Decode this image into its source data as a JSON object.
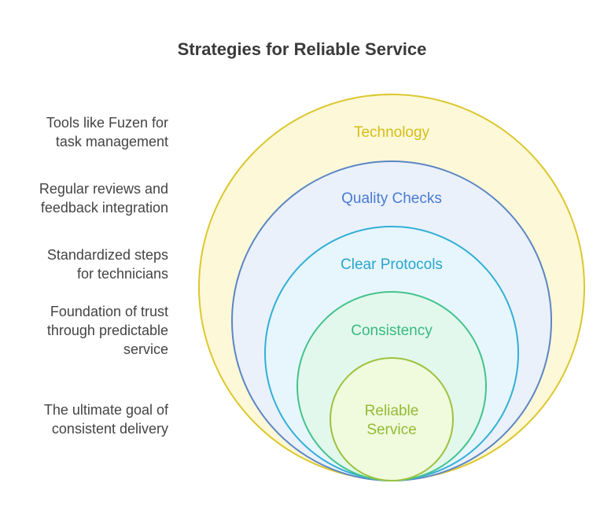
{
  "title": "Strategies for Reliable Service",
  "layers": [
    {
      "label": [
        "Technology"
      ],
      "description": [
        "Tools like Fuzen for",
        "task management"
      ],
      "stroke": "#dcc72e",
      "fill": "#fdf8d8",
      "text_color": "#d4bd18",
      "icon": "outer-circle"
    },
    {
      "label": [
        "Quality Checks"
      ],
      "description": [
        "Regular reviews and",
        "feedback integration"
      ],
      "stroke": "#5b86c4",
      "fill": "#eaf1fb",
      "text_color": "#4a7bd0",
      "icon": "circle"
    },
    {
      "label": [
        "Clear Protocols"
      ],
      "description": [
        "Standardized steps",
        "for technicians"
      ],
      "stroke": "#32afd6",
      "fill": "#e6f6fc",
      "text_color": "#2aa4cf",
      "icon": "circle"
    },
    {
      "label": [
        "Consistency"
      ],
      "description": [
        "Foundation of trust",
        "through predictable",
        "service"
      ],
      "stroke": "#44c28c",
      "fill": "#e2f8ec",
      "text_color": "#38b97f",
      "icon": "circle"
    },
    {
      "label": [
        "Reliable",
        "Service"
      ],
      "description": [
        "The ultimate goal of",
        "consistent delivery"
      ],
      "stroke": "#9cc23e",
      "fill": "#f0fadc",
      "text_color": "#93bb34",
      "icon": "core-circle"
    }
  ]
}
